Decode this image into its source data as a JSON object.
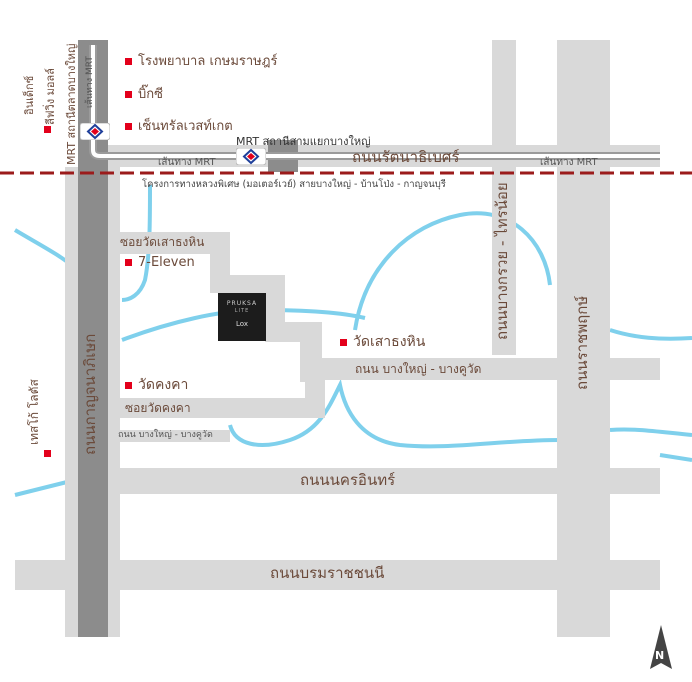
{
  "roads": {
    "rattanathibet": "ถนนรัตนาธิเบศร์",
    "nakhon_in": "ถนนนครอินทร์",
    "borommaratchachonnani": "ถนนบรมราชชนนี",
    "kanchanaphisek": "ถนนกาญจนาภิเษก",
    "bang_kruai_sai_noi": "ถนนบางกรวย - ไทรน้อย",
    "ratchaphruek": "ถนนราชพฤกษ์",
    "bang_yai_bang_khu_wat": "ถนน บางใหญ่ - บางคูวัด",
    "bang_yai_bang_khu_wat_small": "ถนน บางใหญ่ - บางคูวัด",
    "soi_wat_sao_thong_hin": "ซอยวัดเสาธงหิน",
    "soi_wat_khong_kha": "ซอยวัดคงคา"
  },
  "mrt": {
    "line_label_left": "เส้นทาง MRT",
    "line_label_right": "เส้นทาง MRT",
    "line_label_vertical": "เส้นทาง MRT",
    "station_sam_yaek": "MRT สถานีสามแยกบางใหญ่",
    "station_talad": "MRT สถานีตลาดบางใหญ่",
    "project_note": "โครงการทางหลวงพิเศษ (มอเตอร์เวย์) สายบางใหญ่ - บ้านโป่ง - กาญจนบุรี"
  },
  "pois": {
    "hospital": "โรงพยาบาล เกษมราษฎร์",
    "bigc": "บิ๊กซี",
    "central": "เซ็นทรัลเวสท์เกต",
    "seven": "7-Eleven",
    "wat_sao_thong_hin": "วัดเสาธงหิน",
    "wat_khong_kha": "วัดคงคา",
    "tesco": "เทสโก้ โลตัส",
    "index": "อินเด็กซ์",
    "living_mall": "ลีฟวิ่ง มอลล์"
  },
  "project": {
    "brand": "PRUKSA",
    "sub": "LITE",
    "name": "Lox"
  },
  "compass": {
    "letter": "N"
  },
  "colors": {
    "road": "#d9d9d9",
    "main_road": "#8c8c8c",
    "river": "#7fd0ec",
    "motorway": "#9b1b1b",
    "poi": "#e3001b"
  }
}
